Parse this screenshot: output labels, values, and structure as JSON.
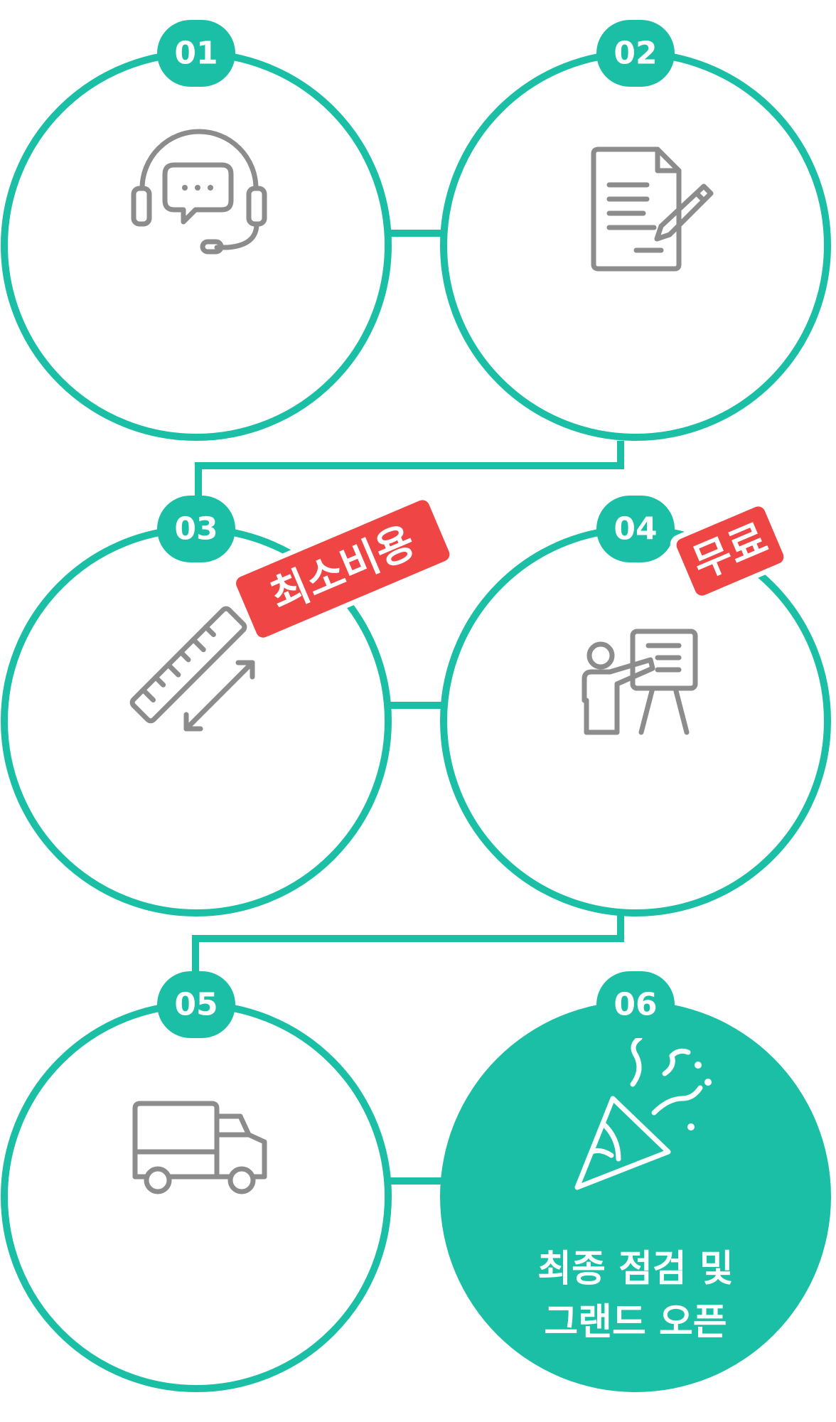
{
  "colors": {
    "accent": "#1bbfa5",
    "badge": "#f04545",
    "icon": "#8c8c8c",
    "background": "#ffffff"
  },
  "steps": [
    {
      "number": "01",
      "icon": "headset-chat-icon"
    },
    {
      "number": "02",
      "icon": "document-pen-icon"
    },
    {
      "number": "03",
      "icon": "ruler-measure-icon",
      "badge": "최소비용"
    },
    {
      "number": "04",
      "icon": "presentation-icon",
      "badge": "무료"
    },
    {
      "number": "05",
      "icon": "delivery-truck-icon"
    },
    {
      "number": "06",
      "icon": "party-popper-icon",
      "title_line1": "최종 점검 및",
      "title_line2": "그랜드 오픈"
    }
  ]
}
